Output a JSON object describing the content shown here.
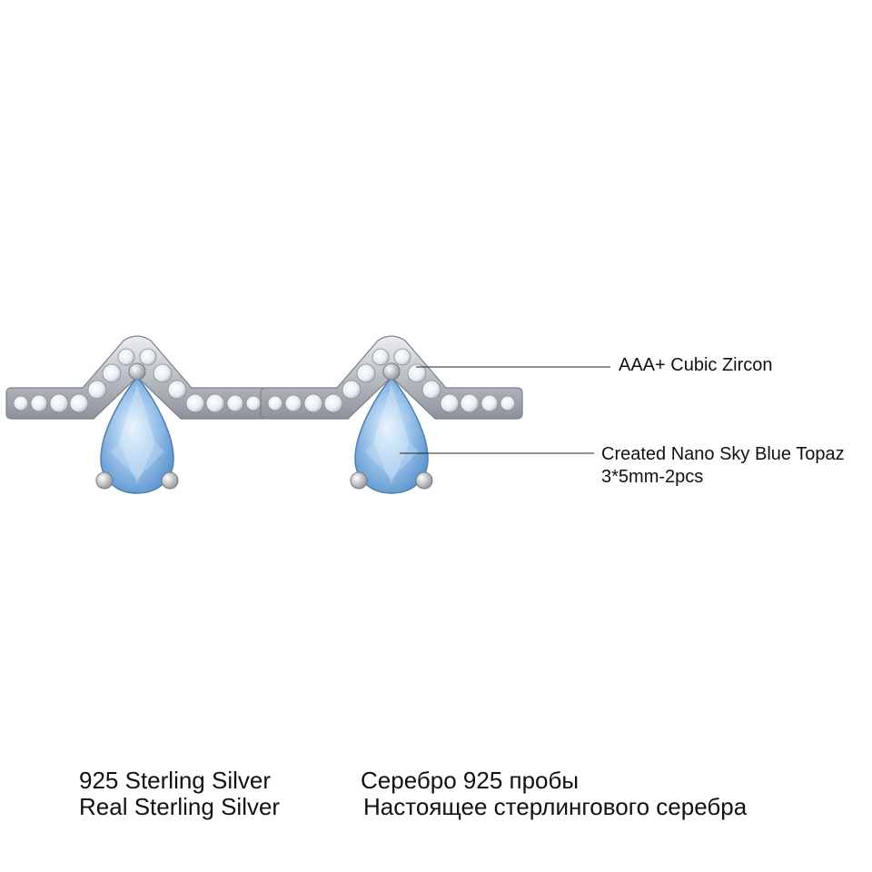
{
  "callouts": {
    "zircon": "AAA+ Cubic Zircon",
    "topaz_line1": "Created Nano Sky Blue Topaz",
    "topaz_line2": "3*5mm-2pcs"
  },
  "footer": {
    "en_line1": "925 Sterling Silver",
    "en_line2": "Real Sterling Silver",
    "ru_line1": "Серебро 925 пробы",
    "ru_line2": "Настоящее стерлингового серебра"
  },
  "colors": {
    "background": "#ffffff",
    "silver": "#c9ccd2",
    "topaz": "#8fbfe8",
    "zircon": "#f4f6fa",
    "text": "#111111"
  }
}
